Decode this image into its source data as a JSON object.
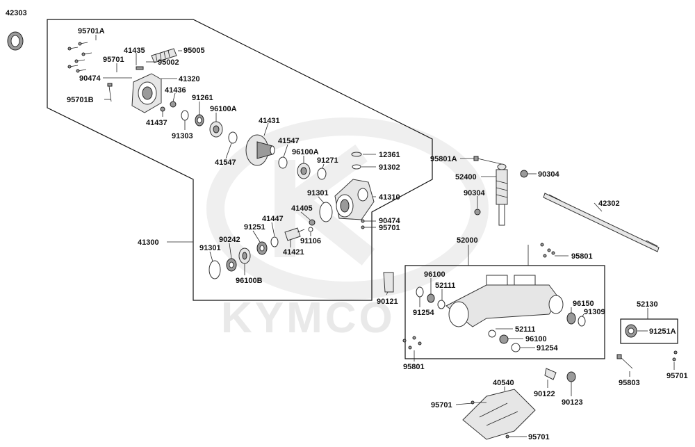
{
  "watermark": {
    "text": "KYMCO"
  },
  "labels": {
    "l42303": "42303",
    "l95701A": "95701A",
    "l41435": "41435",
    "l95005": "95005",
    "l95701_a": "95701",
    "l95002": "95002",
    "l90474_a": "90474",
    "l41320": "41320",
    "l95701B": "95701B",
    "l41436": "41436",
    "l91261": "91261",
    "l96100A_a": "96100A",
    "l41437": "41437",
    "l91303": "91303",
    "l41431": "41431",
    "l41547_a": "41547",
    "l41547_b": "41547",
    "l96100A_b": "96100A",
    "l12361": "12361",
    "l91271": "91271",
    "l91302": "91302",
    "l91301_a": "91301",
    "l41310": "41310",
    "l41405": "41405",
    "l90474_b": "90474",
    "l41447": "41447",
    "l95701_b": "95701",
    "l91251": "91251",
    "l41300": "41300",
    "l90242": "90242",
    "l91106": "91106",
    "l91301_b": "91301",
    "l41421": "41421",
    "l96100B": "96100B",
    "l95801A": "95801A",
    "l52400": "52400",
    "l90304_a": "90304",
    "l90304_b": "90304",
    "l42302": "42302",
    "l52000": "52000",
    "l95801_a": "95801",
    "l96100_a": "96100",
    "l52111_a": "52111",
    "l90121": "90121",
    "l91254_a": "91254",
    "l96150": "96150",
    "l91309": "91309",
    "l52130": "52130",
    "l52111_b": "52111",
    "l96100_b": "96100",
    "l91251A": "91251A",
    "l91254_b": "91254",
    "l95801_b": "95801",
    "l95803": "95803",
    "l95701_c": "95701",
    "l40540": "40540",
    "l90122": "90122",
    "l90123": "90123",
    "l95701_d": "95701",
    "l95701_e": "95701"
  }
}
